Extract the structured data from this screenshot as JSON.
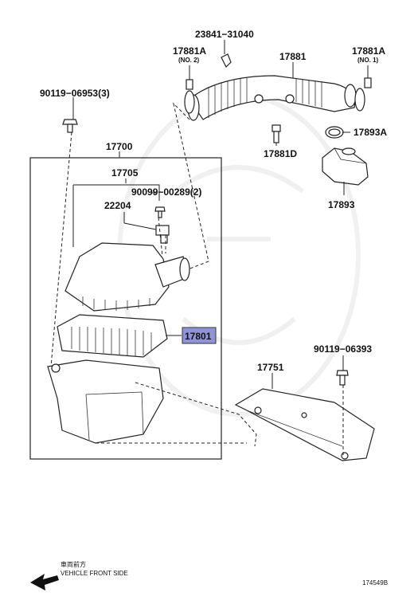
{
  "labels": {
    "p23841": "23841−31040",
    "p17881a_2": "17881A",
    "p17881a_2_sub": "(NO. 2)",
    "p17881": "17881",
    "p17881a_1": "17881A",
    "p17881a_1_sub": "(NO. 1)",
    "p90119_a": "90119−06953(3)",
    "p17893a": "17893A",
    "p17881d": "17881D",
    "p17700": "17700",
    "p17705": "17705",
    "p90099": "90099−00289(2)",
    "p22204": "22204",
    "p17893": "17893",
    "p17801": "17801",
    "p90119_b": "90119−06393",
    "p17751": "17751"
  },
  "footer": {
    "jp_direction": "車両前方",
    "direction": "VEHICLE FRONT SIDE",
    "diagram_code": "174549B"
  },
  "highlight_color": "#8e94d6"
}
